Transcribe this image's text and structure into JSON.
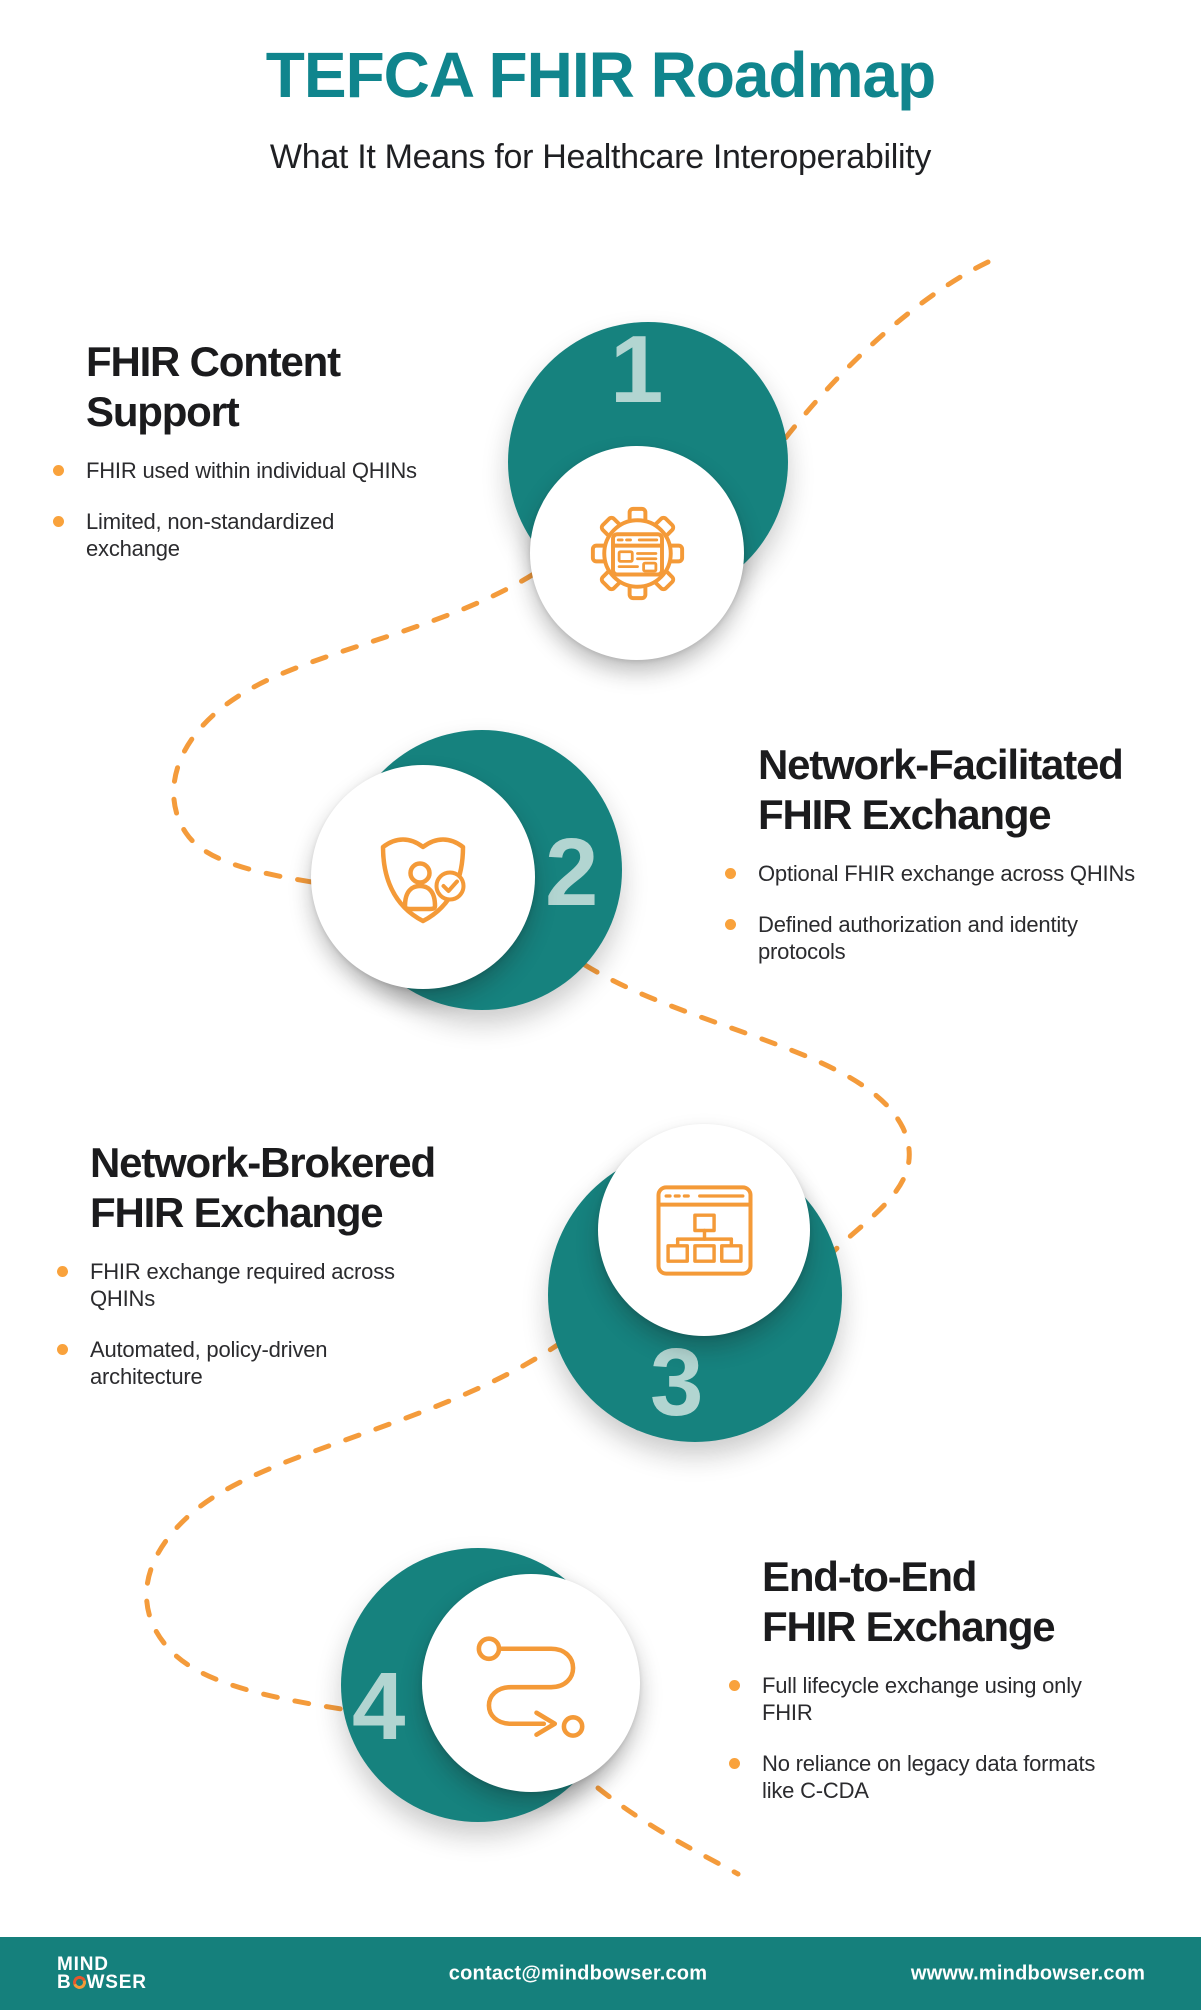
{
  "header": {
    "title": "TEFCA FHIR Roadmap",
    "subtitle": "What It Means for Healthcare Interoperability"
  },
  "steps": [
    {
      "number": "1",
      "icon": "gear-browser-icon",
      "title": [
        "FHIR Content",
        "Support"
      ],
      "bullets": [
        {
          "text": "FHIR used within individual QHINs",
          "lines": [
            "FHIR used within individual QHINs"
          ]
        },
        {
          "text": "Limited, non-standardized exchange",
          "lines": [
            "Limited, non-standardized",
            "exchange"
          ]
        }
      ]
    },
    {
      "number": "2",
      "icon": "shield-user-check-icon",
      "title": [
        "Network-Facilitated",
        "FHIR Exchange"
      ],
      "bullets": [
        {
          "text": "Optional FHIR exchange across QHINs",
          "lines": [
            "Optional FHIR exchange across QHINs"
          ]
        },
        {
          "text": "Defined authorization and identity protocols",
          "lines": [
            "Defined authorization and identity",
            "protocols"
          ]
        }
      ]
    },
    {
      "number": "3",
      "icon": "browser-sitemap-icon",
      "title": [
        "Network-Brokered",
        "FHIR Exchange"
      ],
      "bullets": [
        {
          "text": "FHIR exchange required across QHINs",
          "lines": [
            "FHIR exchange required across",
            "QHINs"
          ]
        },
        {
          "text": "Automated, policy-driven architecture",
          "lines": [
            "Automated, policy-driven",
            "architecture"
          ]
        }
      ]
    },
    {
      "number": "4",
      "icon": "route-path-icon",
      "title": [
        "End-to-End",
        "FHIR Exchange"
      ],
      "bullets": [
        {
          "text": "Full lifecycle exchange using only FHIR",
          "lines": [
            "Full lifecycle exchange using only",
            "FHIR"
          ]
        },
        {
          "text": "No reliance on legacy data formats like C-CDA",
          "lines": [
            "No reliance on legacy data formats",
            "like C-CDA"
          ]
        }
      ]
    }
  ],
  "footer": {
    "logo_line1": "MIND",
    "logo_line2": "BOWSER",
    "logo_line2_prefix": "B",
    "logo_line2_suffix": "WSER",
    "email": "contact@mindbowser.com",
    "website": "wwww.mindbowser.com"
  },
  "colors": {
    "title_teal": "#10858D",
    "circle_teal": "#16827E",
    "footer_teal": "#15807C",
    "number_light_teal": "#B2D5D1",
    "icon_orange": "#F49A38",
    "connector_orange": "#F49B3B",
    "bullet_dot_orange": "#F9A23C",
    "text_dark": "#1b1b1d"
  }
}
